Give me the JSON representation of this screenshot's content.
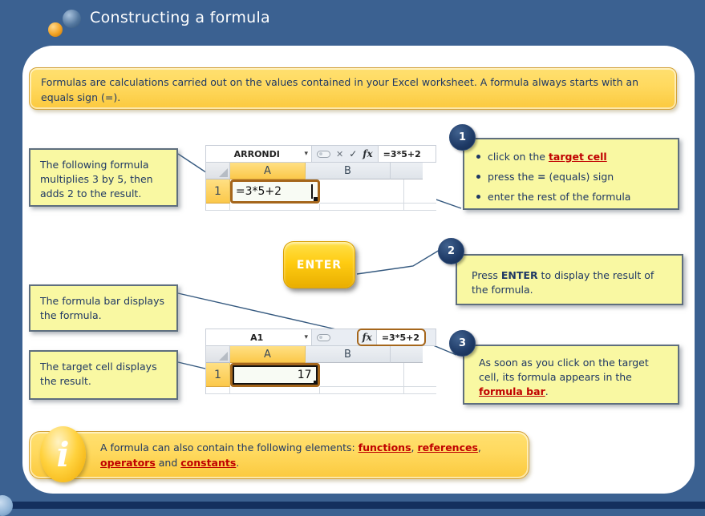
{
  "header": {
    "title": "Constructing a formula"
  },
  "intro": {
    "text": "Formulas are calculations carried out on the values contained in your Excel worksheet. A formula always starts with an equals sign (=)."
  },
  "notes": [
    {
      "text": "The following formula multiplies 3 by 5, then adds 2 to the result."
    },
    {
      "text": "The formula bar displays the formula."
    },
    {
      "text": "The target cell displays the result."
    }
  ],
  "steps": [
    {
      "number": "1",
      "bullets": [
        {
          "pre": "click on the ",
          "link": "target cell"
        },
        {
          "pre": "press the ",
          "bold": "=",
          "post": " (equals) sign"
        },
        {
          "pre": "enter the rest of the formula"
        }
      ]
    },
    {
      "number": "2",
      "pre": "Press ",
      "bold": "ENTER",
      "post": " to display the result of the formula."
    },
    {
      "number": "3",
      "pre": "As soon as you click on the target cell, its formula appears in the ",
      "link": "formula bar",
      "post": "."
    }
  ],
  "enter_button": {
    "label": "ENTER"
  },
  "excel1": {
    "name_box": "ARRONDI",
    "dropdown_icon": "▾",
    "cancel_icon": "✕",
    "enter_icon": "✓",
    "fx_label": "fx",
    "formula": "=3*5+2",
    "col_a": "A",
    "col_b": "B",
    "row": "1",
    "cell_value": "=3*5+2"
  },
  "excel2": {
    "name_box": "A1",
    "dropdown_icon": "▾",
    "fx_label": "fx",
    "formula": "=3*5+2",
    "col_a": "A",
    "col_b": "B",
    "row": "1",
    "cell_value": "17"
  },
  "footer_info": {
    "icon": "i",
    "pre": "A formula can also contain the following elements: ",
    "link1": "functions",
    "sep1": ", ",
    "link2": "references",
    "sep2": ", ",
    "link3": "operators",
    "sep3": " and ",
    "link4": "constants",
    "post": "."
  },
  "colors": {
    "page_blue": "#3B6191",
    "bottom_bar_navy": "#14305E",
    "panel_white": "#FFFFFF",
    "note_yellow": "#F9F8A2",
    "gold_box": "#FFD95E",
    "link_red": "#C00000",
    "navy_text": "#1F3864",
    "excel_gold": "#FBC84A",
    "highlight_orange": "#A5661B"
  }
}
